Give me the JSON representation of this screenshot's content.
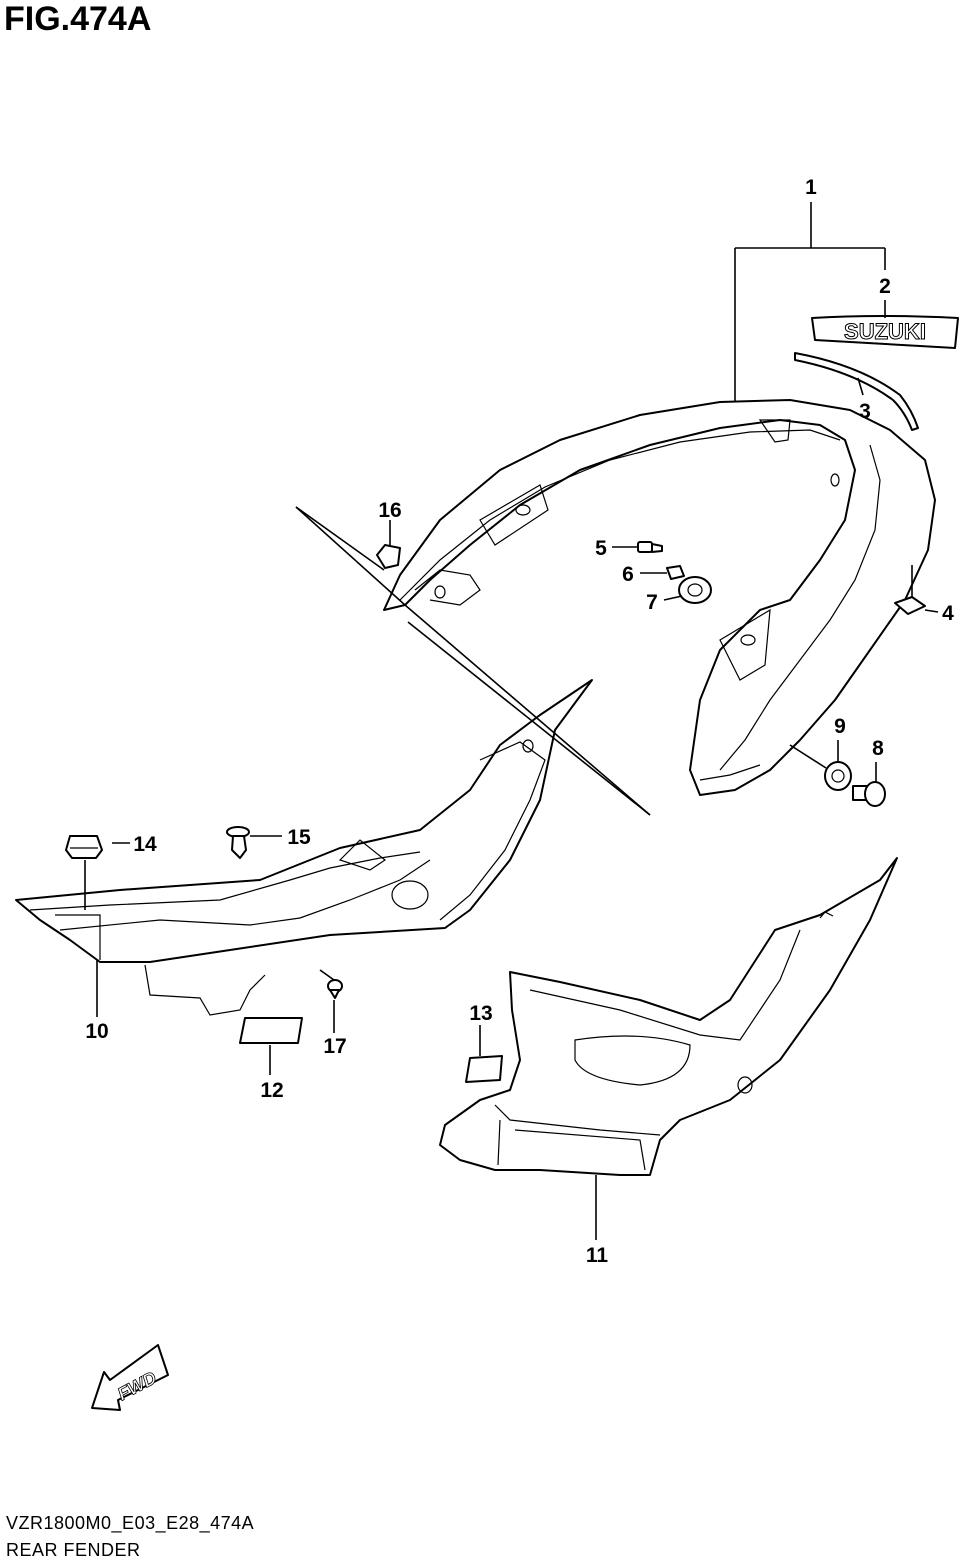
{
  "figure": {
    "title": "FIG.474A",
    "model_code": "VZR1800M0_E03_E28_474A",
    "section_name": "REAR FENDER"
  },
  "brand_emblem_text": "SUZUKI",
  "direction_marker": "FWD",
  "callouts": [
    {
      "id": "c1",
      "label": "1"
    },
    {
      "id": "c2",
      "label": "2"
    },
    {
      "id": "c3",
      "label": "3"
    },
    {
      "id": "c4",
      "label": "4"
    },
    {
      "id": "c5",
      "label": "5"
    },
    {
      "id": "c6",
      "label": "6"
    },
    {
      "id": "c7",
      "label": "7"
    },
    {
      "id": "c8",
      "label": "8"
    },
    {
      "id": "c9",
      "label": "9"
    },
    {
      "id": "c10",
      "label": "10"
    },
    {
      "id": "c11",
      "label": "11"
    },
    {
      "id": "c12",
      "label": "12"
    },
    {
      "id": "c13",
      "label": "13"
    },
    {
      "id": "c14",
      "label": "14"
    },
    {
      "id": "c15",
      "label": "15"
    },
    {
      "id": "c16",
      "label": "16"
    },
    {
      "id": "c17",
      "label": "17"
    }
  ]
}
